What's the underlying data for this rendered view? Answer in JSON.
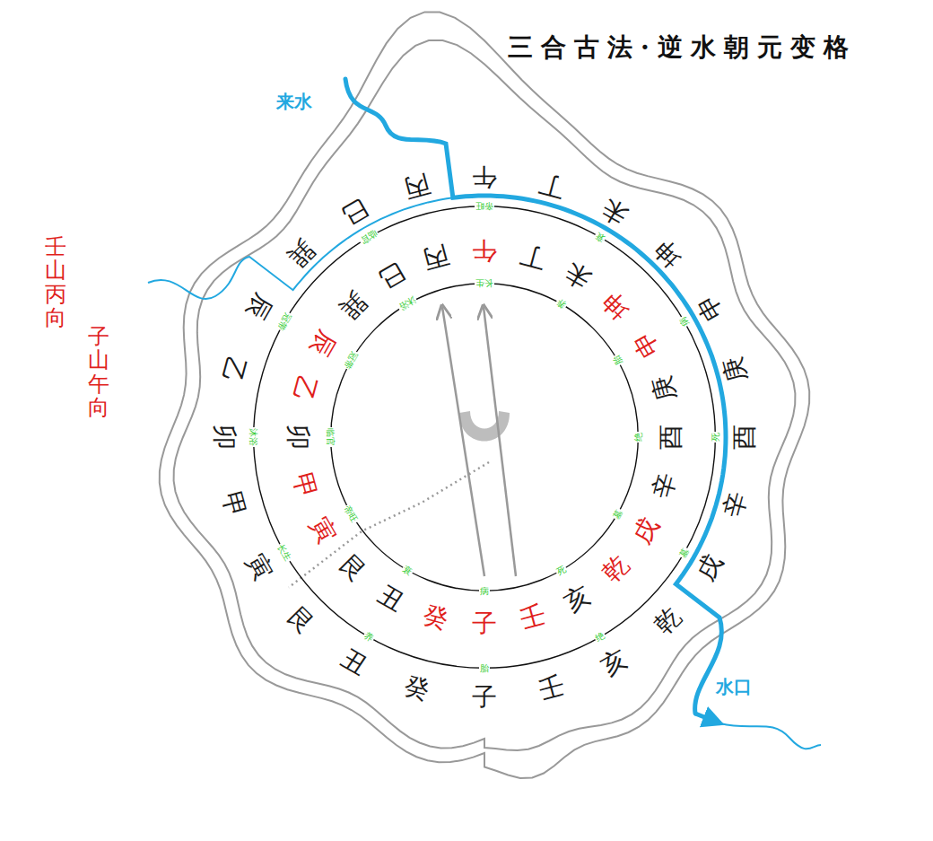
{
  "diagram": {
    "title": "三合古法·逆水朝元变格",
    "nodes": [
      {
        "text": [
          "子",
          "癸",
          "丑",
          "艮",
          "寅",
          "甲",
          "卯",
          "乙",
          "辰",
          "巽",
          "巳",
          "丙",
          "午",
          "丁",
          "未",
          "坤",
          "申",
          "庚",
          "酉",
          "辛",
          "戌",
          "乾",
          "亥",
          "壬",
          "胎",
          "养",
          "长生",
          "沐浴",
          "冠带",
          "临官",
          "帝旺",
          "衰",
          "病",
          "死",
          "墓",
          "绝"
        ]
      },
      {
        "text": [
          "子",
          "癸",
          "丑",
          "艮",
          "寅",
          "甲",
          "卯",
          "乙",
          "辰",
          "巽",
          "巳",
          "丙",
          "午",
          "丁",
          "未",
          "坤",
          "申",
          "庚",
          "酉",
          "辛",
          "戌",
          "乾",
          "亥",
          "壬",
          "病",
          "衰",
          "帝旺",
          "临官",
          "冠带",
          "沐浴",
          "长生",
          "养",
          "胎",
          "绝",
          "墓",
          "死"
        ],
        "in": 0
      }
    ],
    "labels": [
      "壬山丙向",
      "子山午向",
      "来水",
      "水口"
    ]
  }
}
